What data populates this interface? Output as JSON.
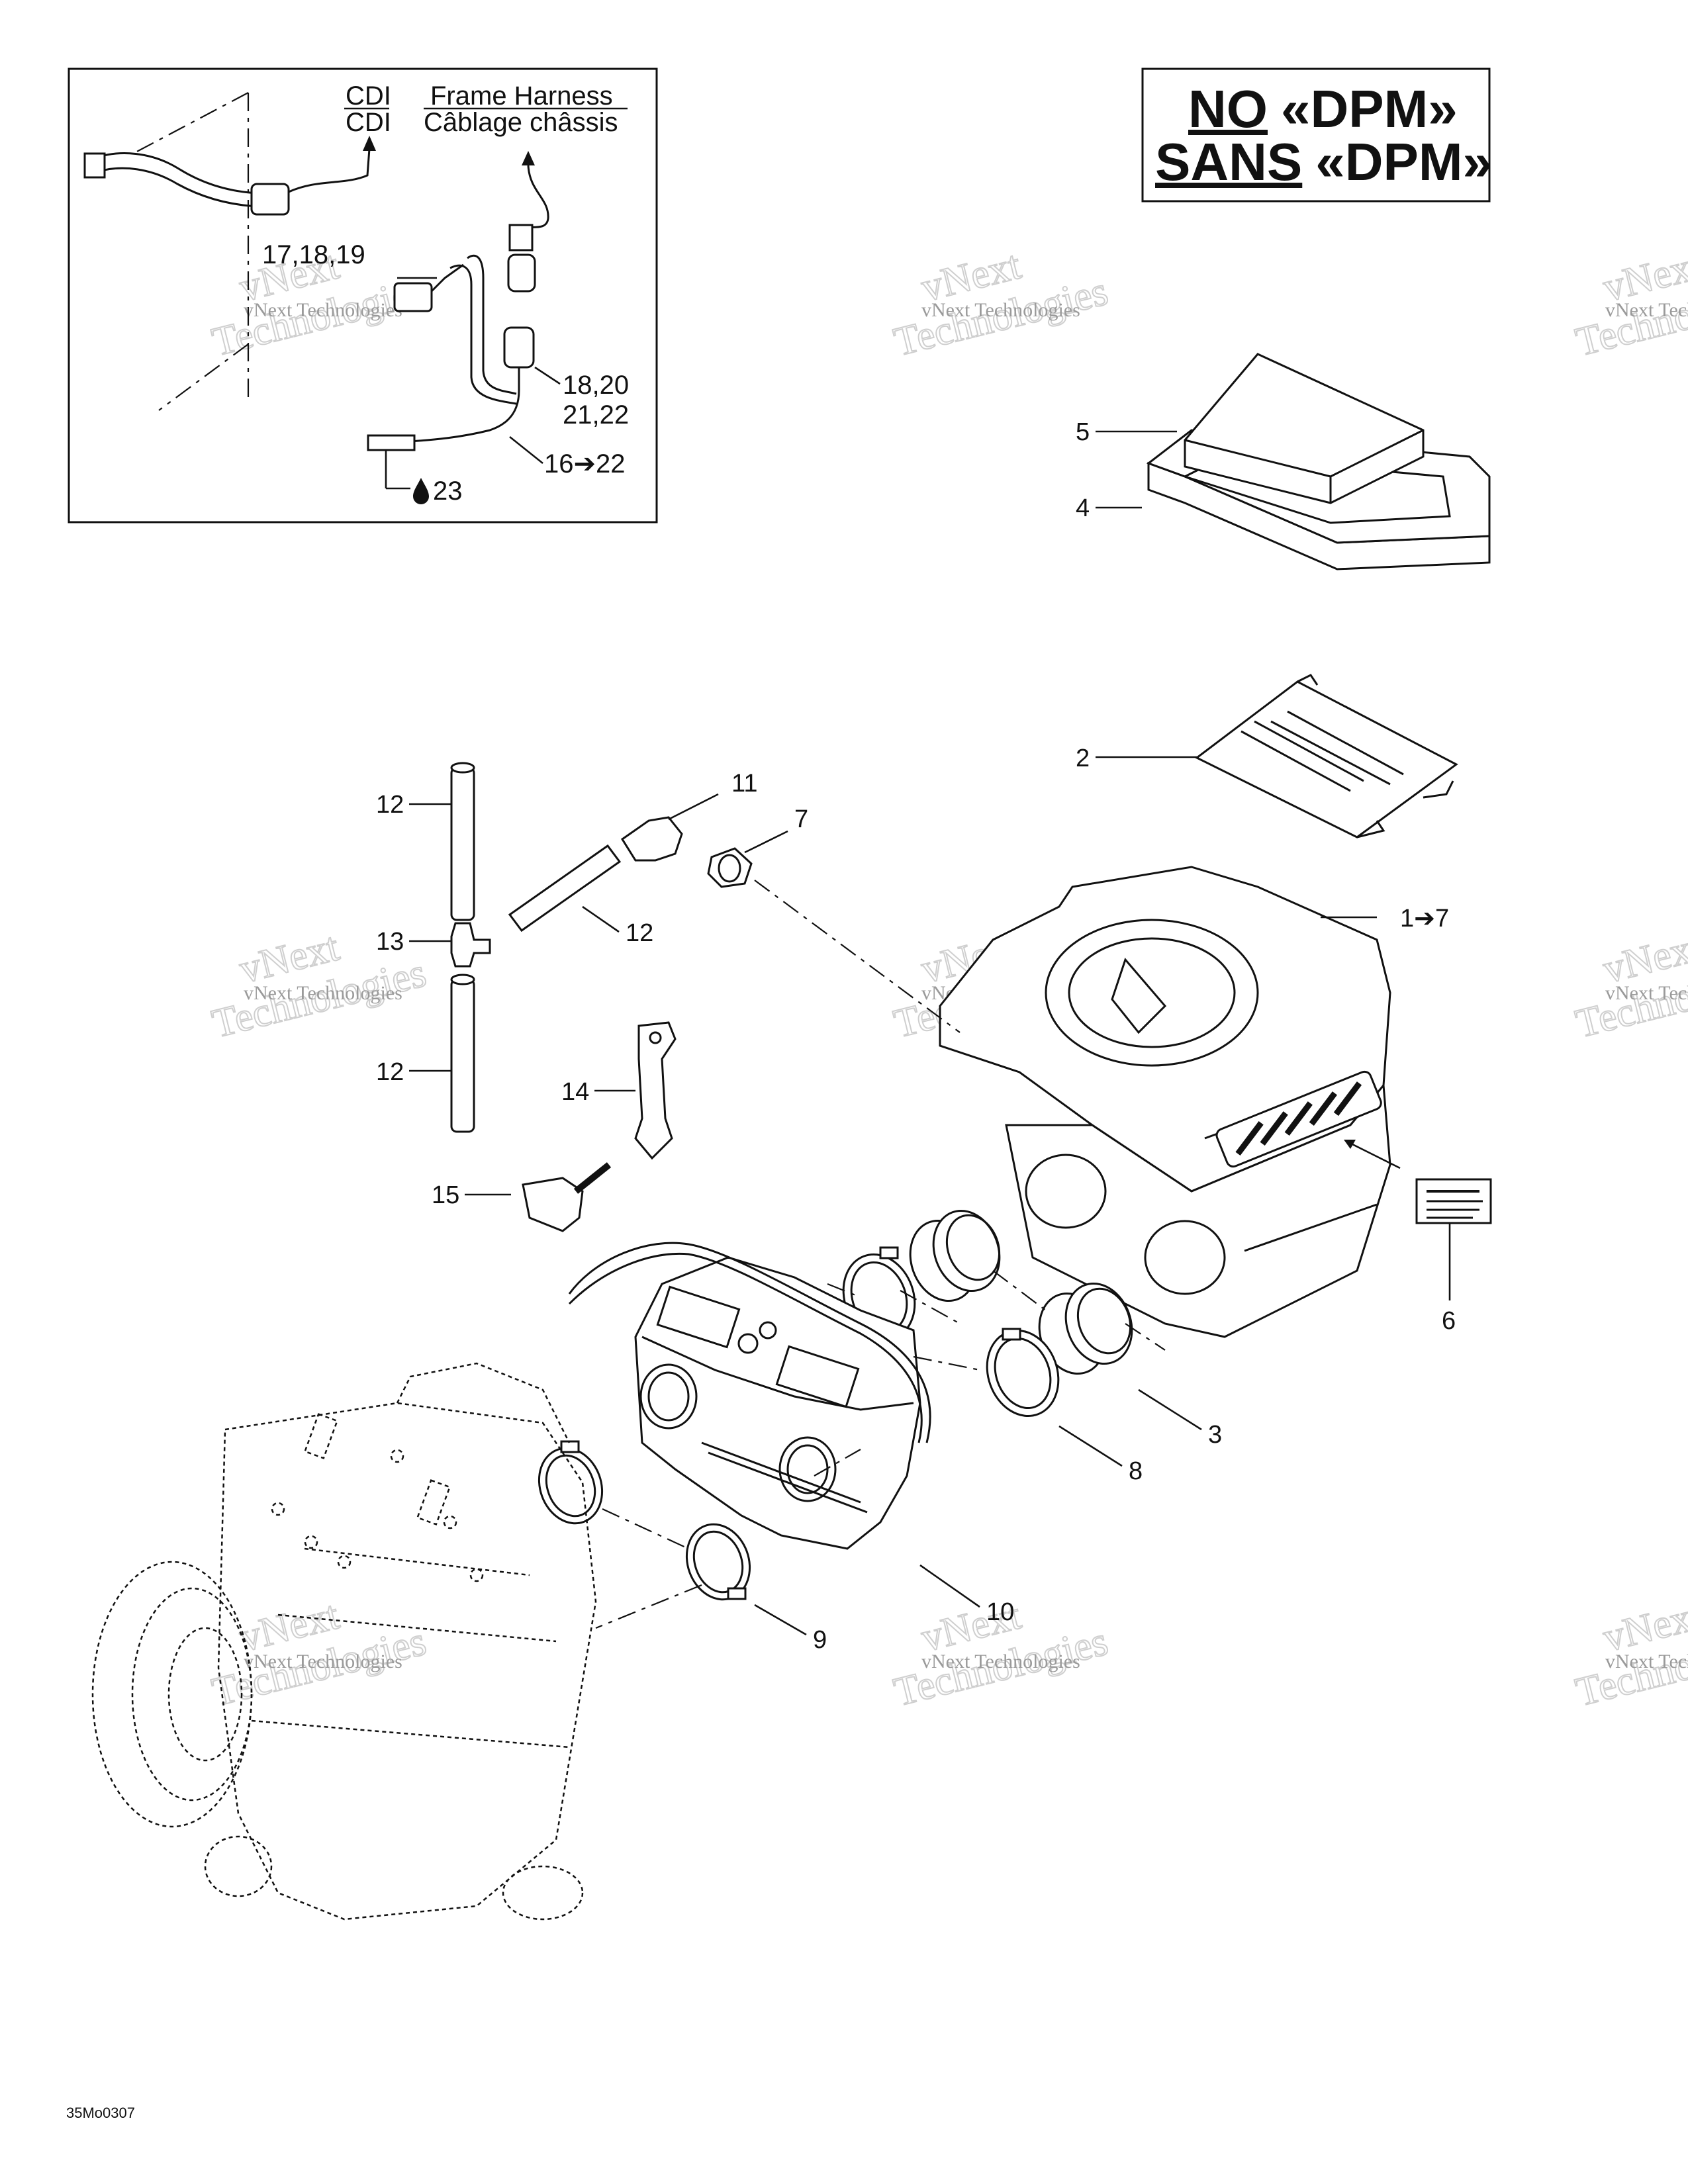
{
  "inset": {
    "cdi_top": "CDI",
    "cdi_bottom": "CDI",
    "frame_harness_en": "Frame Harness",
    "frame_harness_fr": "Câblage châssis",
    "callout_17_19": "17,18,19",
    "callout_18_20": "18,20",
    "callout_21_22": "21,22",
    "callout_16_22": "16➔22",
    "callout_23": "23"
  },
  "stamp": {
    "line1_word": "NO",
    "line1_rest": "«DPM»",
    "line2_word": "SANS",
    "line2_rest": "«DPM»"
  },
  "callouts": {
    "c5": "5",
    "c4": "4",
    "c2": "2",
    "c1_7": "1➔7",
    "c12a": "12",
    "c11": "11",
    "c7": "7",
    "c12b": "12",
    "c13": "13",
    "c12c": "12",
    "c14": "14",
    "c15": "15",
    "c6": "6",
    "c3": "3",
    "c8": "8",
    "c10": "10",
    "c9": "9"
  },
  "watermark": {
    "brand_small": "vNext Technologies",
    "line1": "vNext",
    "line2": "Technologies"
  },
  "drawing_ref": "35Mo0307"
}
